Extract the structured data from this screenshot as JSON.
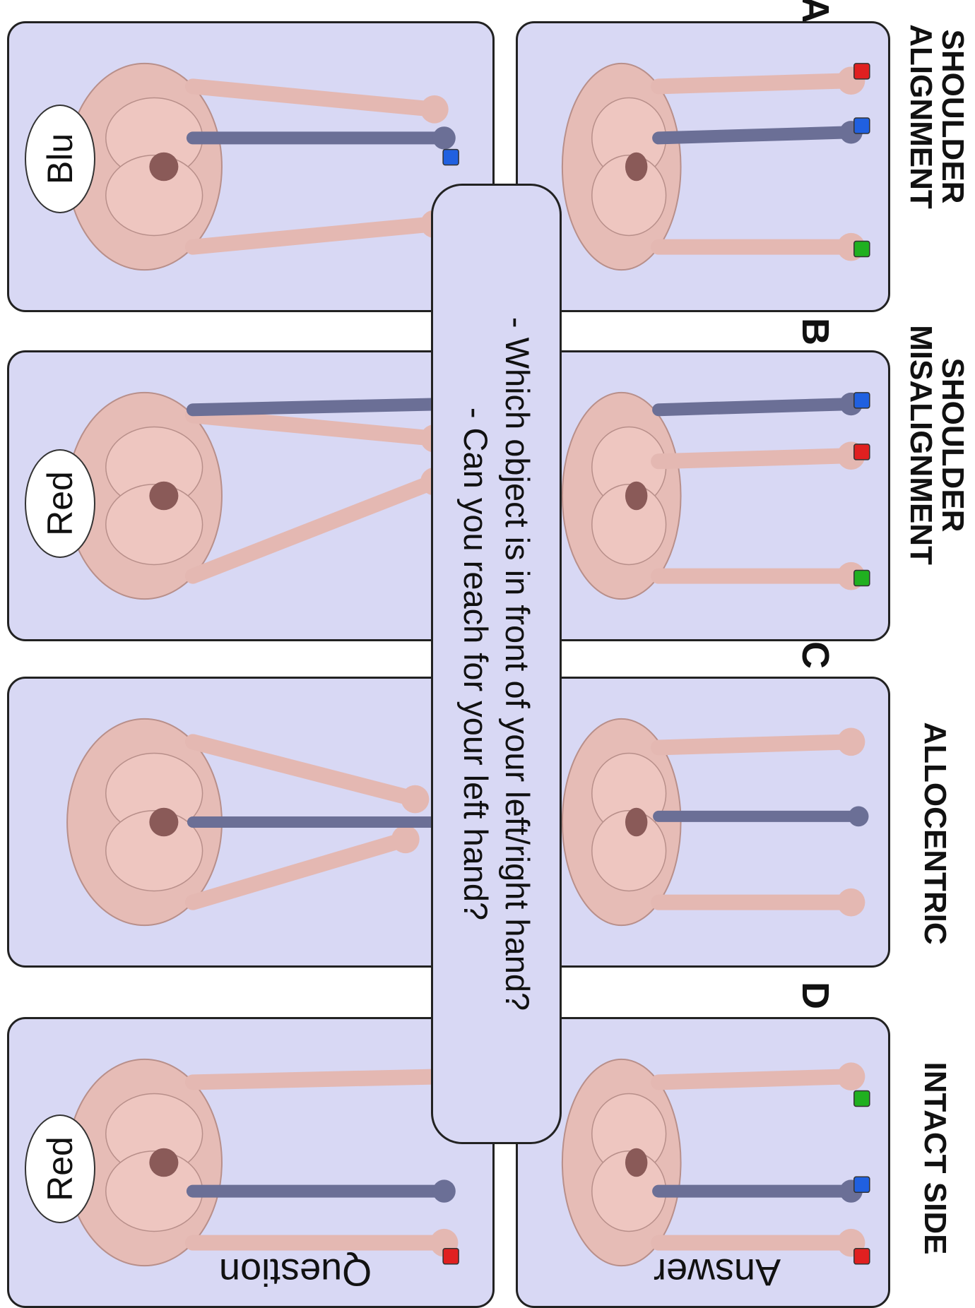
{
  "conditions": [
    {
      "letter": "A",
      "title_line1": "SHOULDER",
      "title_line2": "ALIGNMENT",
      "answer": "Blu"
    },
    {
      "letter": "B",
      "title_line1": "SHOULDER",
      "title_line2": "MISALIGNMENT",
      "answer": "Red"
    },
    {
      "letter": "C",
      "title_line1": "ALLOCENTRIC",
      "title_line2": "",
      "answer": ""
    },
    {
      "letter": "D",
      "title_line1": "INTACT SIDE",
      "title_line2": "",
      "answer": "Red"
    }
  ],
  "questions": {
    "line1": "- Which object is in front of your left/right hand?",
    "line2": "- Can you reach for your left hand?"
  },
  "row_labels": {
    "top": "Question",
    "bottom": "Answer"
  },
  "colors": {
    "panel_bg": "#d8d8f4",
    "arm": "#e4b8b2",
    "torso": "#e6bcb6",
    "rubber_arm": "#6b6f96",
    "cube_red": "#e02020",
    "cube_blue": "#2060e0",
    "cube_green": "#20b020"
  }
}
